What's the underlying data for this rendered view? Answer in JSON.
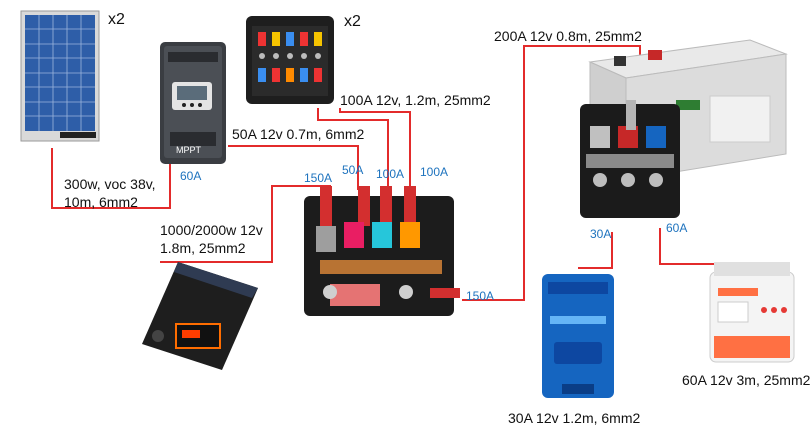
{
  "colors": {
    "wire_red": "#e32b2b",
    "amp_blue": "#1e73be",
    "label_black": "#111111"
  },
  "components": {
    "solar_panel": {
      "icon": "solar-panel-icon",
      "qty": "x2"
    },
    "mppt_controller": {
      "icon": "mppt-charge-controller-icon",
      "badge": "MPPT"
    },
    "fuse_block": {
      "icon": "fuse-block-icon",
      "qty": "x2"
    },
    "battery": {
      "icon": "lithium-battery-icon"
    },
    "battery_fuse_holder": {
      "icon": "terminal-fuse-holder-icon"
    },
    "bus_bar_fuse_block": {
      "icon": "busbar-fuse-block-icon"
    },
    "inverter": {
      "icon": "inverter-icon"
    },
    "ac_charger": {
      "icon": "blue-power-charger-icon"
    },
    "dc_dc_charger": {
      "icon": "sterling-power-charger-icon"
    }
  },
  "labels": {
    "panel_cable": [
      "300w, voc 38v,",
      "10m, 6mm2"
    ],
    "mppt_cable": "50A 12v 0.7m, 6mm2",
    "fuse_block_cable": "100A 12v, 1.2m, 25mm2",
    "battery_cable": "200A 12v 0.8m, 25mm2",
    "inverter_cable": [
      "1000/2000w 12v",
      "1.8m, 25mm2"
    ],
    "ac_charger_cable": "30A 12v 1.2m, 6mm2",
    "dc_charger_cable": "60A 12v 3m, 25mm2"
  },
  "amps": {
    "mppt_out": "60A",
    "inverter_in": "150A",
    "fuse_1": "50A",
    "fuse_2": "100A",
    "fuse_3": "100A",
    "main_out": "150A",
    "charger_30": "30A",
    "charger_60": "60A"
  }
}
